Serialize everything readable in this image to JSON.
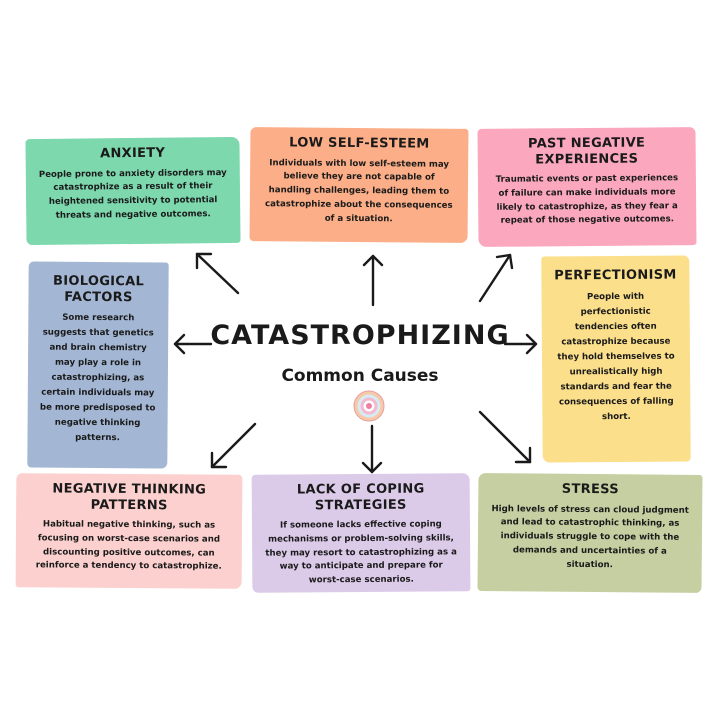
{
  "title": "CATASTROPHIZING",
  "subtitle": "Common Causes",
  "cards": {
    "anxiety": {
      "title": "ANXIETY",
      "text": "People prone to anxiety disorders may catastrophize as a result of their heightened sensitivity to potential threats and negative outcomes."
    },
    "low_self_esteem": {
      "title": "LOW SELF-ESTEEM",
      "text": "Individuals with low self-esteem may believe they are not capable of handling challenges, leading them to catastrophize about the consequences of a situation."
    },
    "past_negative": {
      "title": "PAST NEGATIVE EXPERIENCES",
      "text": "Traumatic events or past experiences of failure can make individuals more likely to catastrophize, as they fear a repeat of those negative outcomes."
    },
    "biological": {
      "title": "BIOLOGICAL FACTORS",
      "text": "Some research suggests that genetics and brain chemistry may play a role in catastrophizing, as certain individuals may be more predisposed to negative thinking patterns."
    },
    "perfectionism": {
      "title": "PERFECTIONISM",
      "text": "People with perfectionistic tendencies often catastrophize because they hold themselves to unrealistically high standards and fear the consequences of falling short."
    },
    "negative_thinking": {
      "title": "NEGATIVE THINKING PATTERNS",
      "text": "Habitual negative thinking, such as focusing on worst-case scenarios and discounting positive outcomes, can reinforce a tendency to catastrophize."
    },
    "coping": {
      "title": "LACK OF COPING STRATEGIES",
      "text": "If someone lacks effective coping mechanisms or problem-solving skills, they may resort to catastrophizing as a way to anticipate and prepare for worst-case scenarios."
    },
    "stress": {
      "title": "STRESS",
      "text": "High levels of stress can cloud judgment and lead to catastrophic thinking, as individuals struggle to cope with the demands and uncertainties of a situation."
    }
  },
  "colors": {
    "anxiety": "#7dd8ae",
    "low_self_esteem": "#fbae87",
    "past_negative": "#fba8bf",
    "biological": "#a3b7d4",
    "perfectionism": "#fbdf8a",
    "negative_thinking": "#fbd0ce",
    "coping": "#dccae9",
    "stress": "#c6cfa1",
    "ink": "#1a1a1a"
  },
  "icon": "rainbow-badge-icon"
}
